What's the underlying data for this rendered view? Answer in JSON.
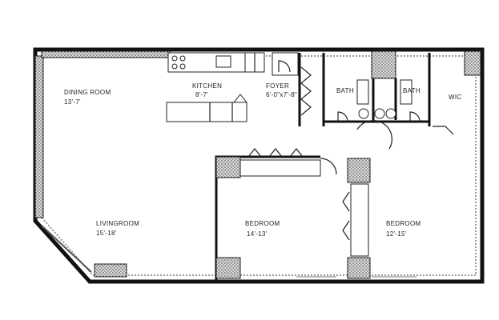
{
  "rooms": {
    "dining": {
      "name": "DINING ROOM",
      "dims": "13'-7'"
    },
    "kitchen": {
      "name": "KITCHEN",
      "dims": "8'-7'"
    },
    "foyer": {
      "name": "FOYER",
      "dims": "6'-0\"x7'-8\""
    },
    "bath1": {
      "name": "BATH"
    },
    "bath2": {
      "name": "BATH"
    },
    "wic": {
      "name": "WIC"
    },
    "living": {
      "name": "LIVINGROOM",
      "dims": "15'-18'"
    },
    "bedroom1": {
      "name": "BEDROOM",
      "dims": "14'-13'"
    },
    "bedroom2": {
      "name": "BEDROOM",
      "dims": "12'-15'"
    }
  }
}
